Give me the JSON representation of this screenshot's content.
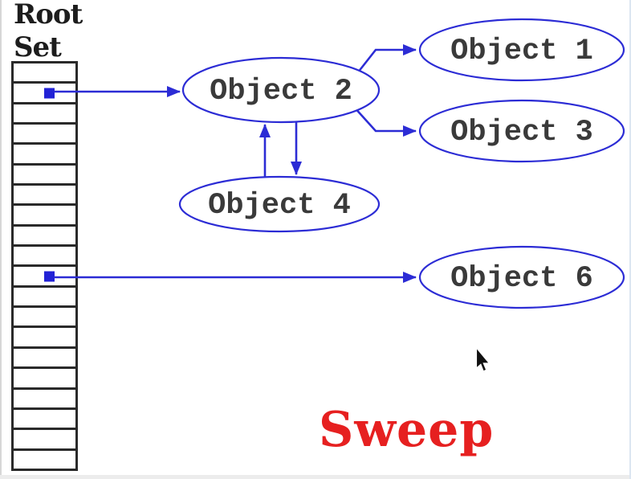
{
  "title_label": {
    "line1": "Root",
    "line2": "Set"
  },
  "root_set": {
    "rows": 20,
    "pointer_rows": [
      1,
      10
    ]
  },
  "objects": [
    {
      "id": "object-1",
      "label": "Object 1"
    },
    {
      "id": "object-2",
      "label": "Object 2"
    },
    {
      "id": "object-3",
      "label": "Object 3"
    },
    {
      "id": "object-4",
      "label": "Object 4"
    },
    {
      "id": "object-6",
      "label": "Object 6"
    }
  ],
  "edges": [
    {
      "from": "root-set-slot-2",
      "to": "object-2"
    },
    {
      "from": "root-set-slot-11",
      "to": "object-6"
    },
    {
      "from": "object-2",
      "to": "object-1"
    },
    {
      "from": "object-2",
      "to": "object-3"
    },
    {
      "from": "object-2",
      "to": "object-4"
    },
    {
      "from": "object-4",
      "to": "object-2"
    }
  ],
  "phase_label": "Sweep",
  "colors": {
    "line_blue": "#2c2cd5",
    "pointer_blue": "#2222d6",
    "sweep_red": "#e62020",
    "table_border": "#2a2a2a",
    "label_black": "#1d1d1d",
    "object_text": "#3a3a3a"
  }
}
